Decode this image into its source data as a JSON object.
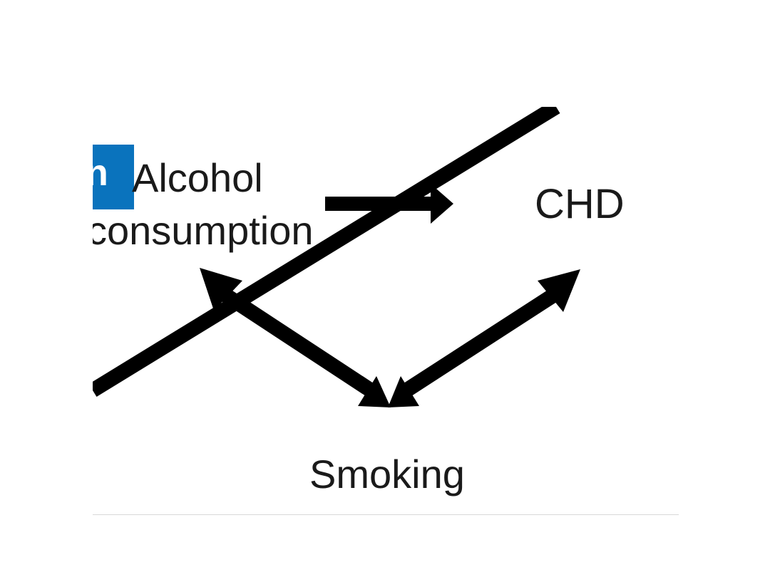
{
  "diagram": {
    "nodes": {
      "alcohol": {
        "line1": "Alcohol",
        "line2": "consumption"
      },
      "chd": {
        "label": "CHD"
      },
      "smoking": {
        "label": "Smoking"
      }
    },
    "badge": {
      "glyph": "n",
      "color": "#0a73bd"
    },
    "edges": [
      {
        "from": "Alcohol consumption",
        "to": "CHD",
        "direction": "one-way"
      },
      {
        "from": "Alcohol consumption",
        "to": "Smoking",
        "direction": "two-way"
      },
      {
        "from": "CHD",
        "to": "Smoking",
        "direction": "two-way"
      }
    ],
    "colors": {
      "arrow": "#000000",
      "text": "#1a1a1a",
      "background": "#ffffff"
    }
  }
}
